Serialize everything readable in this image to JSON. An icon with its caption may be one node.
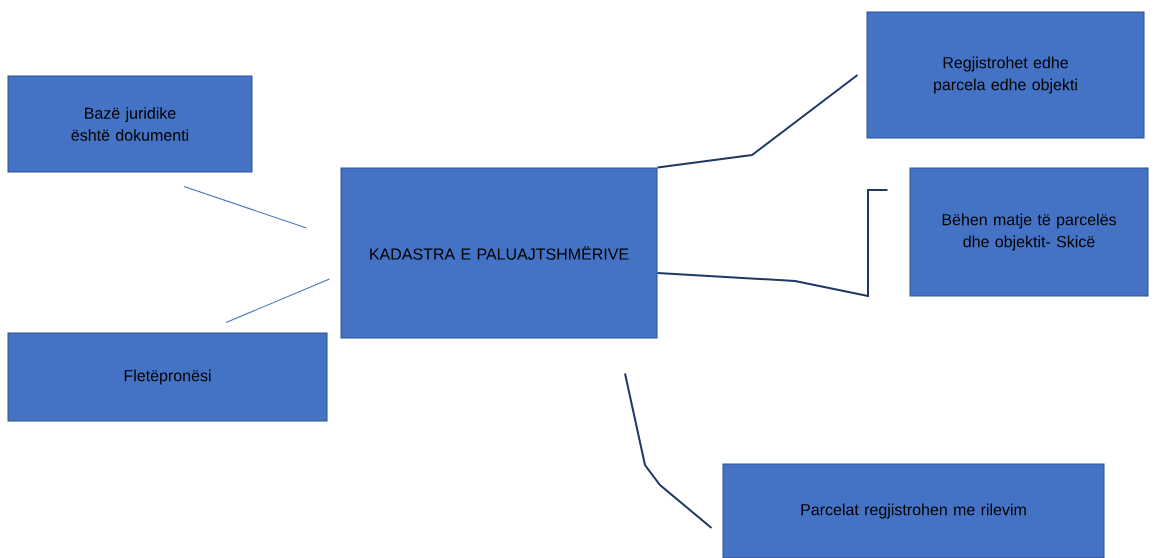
{
  "diagram": {
    "nodes": [
      {
        "text": [
          "KADASTRA E PALUAJTSHMËRIVE"
        ]
      },
      {
        "text": [
          "Bazë juridike është dokumenti"
        ]
      },
      {
        "text": [
          "Fletëpronësi"
        ]
      },
      {
        "text": [
          "Regjistrohet edhe parcela edhe objekti"
        ]
      },
      {
        "text": [
          "Bëhen matje të parcelës dhe objektit- Skicë"
        ]
      },
      {
        "text": [
          "Parcelat regjistrohen me rilevim"
        ]
      }
    ],
    "edges": [
      {
        "from": 1,
        "to": 0,
        "arrow": "none",
        "color": "#4472c4"
      },
      {
        "from": 2,
        "to": 0,
        "arrow": "none",
        "color": "#4472c4"
      },
      {
        "from": 0,
        "to": 3,
        "arrow": "none"
      },
      {
        "from": 0,
        "to": 4,
        "arrow": "none"
      },
      {
        "from": 0,
        "to": 5,
        "arrow": "none"
      }
    ]
  }
}
